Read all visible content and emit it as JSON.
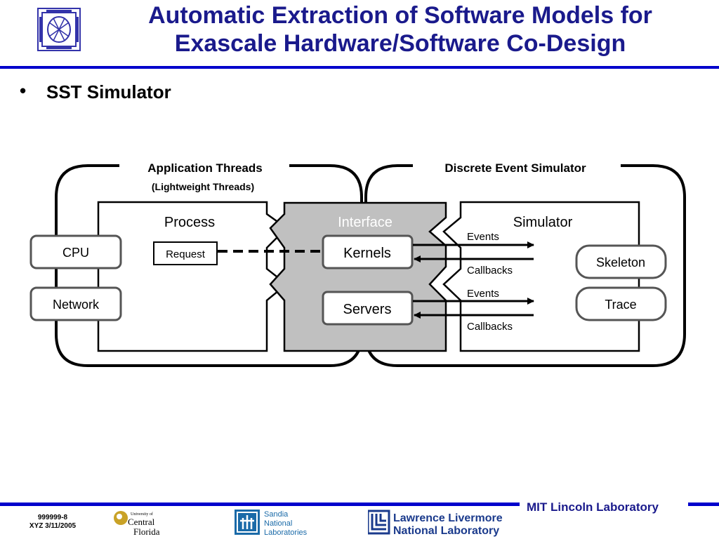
{
  "slide": {
    "title_line1": "Automatic Extraction of Software Models for",
    "title_line2": "Exascale Hardware/Software Co-Design",
    "bullet": "SST Simulator"
  },
  "diagram": {
    "application_threads": "Application Threads",
    "lightweight_threads": "(Lightweight Threads)",
    "discrete_event_simulator": "Discrete Event Simulator",
    "process": "Process",
    "interface": "Interface",
    "simulator": "Simulator",
    "cpu": "CPU",
    "network": "Network",
    "request": "Request",
    "kernels": "Kernels",
    "servers": "Servers",
    "skeleton": "Skeleton",
    "trace": "Trace",
    "events_1": "Events",
    "callbacks_1": "Callbacks",
    "events_2": "Events",
    "callbacks_2": "Callbacks"
  },
  "footer": {
    "lab": "MIT Lincoln Laboratory",
    "id_line1": "999999-8",
    "id_line2": "XYZ 3/11/2005",
    "ucf_small": "University of",
    "ucf_line1": "Central",
    "ucf_line2": "Florida",
    "sandia_line1": "Sandia",
    "sandia_line2": "National",
    "sandia_line3": "Laboratories",
    "llnl_line1": "Lawrence Livermore",
    "llnl_line2": "National Laboratory"
  },
  "colors": {
    "title": "#1a1a8c",
    "rule": "#0000cc",
    "interface_fill": "#c0c0c0",
    "box_border": "#555555"
  }
}
